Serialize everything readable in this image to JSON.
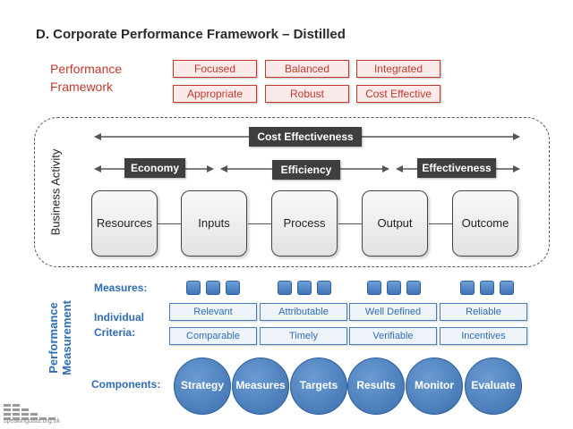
{
  "title": "D. Corporate Performance Framework – Distilled",
  "performance_framework": {
    "label_line1": "Performance",
    "label_line2": "Framework",
    "boxes": [
      "Focused",
      "Balanced",
      "Integrated",
      "Appropriate",
      "Robust",
      "Cost Effective"
    ]
  },
  "business_activity": {
    "label": "Business Activity",
    "cost_effectiveness": "Cost Effectiveness",
    "economy": "Economy",
    "efficiency": "Efficiency",
    "effectiveness": "Effectiveness",
    "stages": [
      "Resources",
      "Inputs",
      "Process",
      "Output",
      "Outcome"
    ]
  },
  "performance_measurement": {
    "label_line1": "Performance",
    "label_line2": "Measurement",
    "measures_label": "Measures:",
    "criteria_label_line1": "Individual",
    "criteria_label_line2": "Criteria:",
    "criteria_row1": [
      "Relevant",
      "Attributable",
      "Well Defined",
      "Reliable"
    ],
    "criteria_row2": [
      "Comparable",
      "Timely",
      "Verifiable",
      "Incentives"
    ],
    "components_label": "Components:",
    "components": [
      "Strategy",
      "Measures",
      "Targets",
      "Results",
      "Monitor",
      "Evaluate"
    ]
  },
  "colors": {
    "framework_red": "#c0392b",
    "measurement_blue": "#2e6db4",
    "label_dark": "#3f3f3f"
  },
  "logo": {
    "text": "speakingdata.org.uk"
  }
}
